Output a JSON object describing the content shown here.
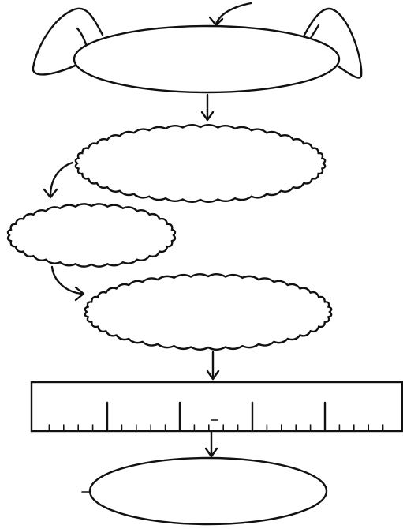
{
  "diagram": {
    "ink_color": "#111111",
    "background": "#ffffff",
    "nodes": [
      {
        "id": "top-oval",
        "shape": "ellipse-with-ears",
        "text": ""
      },
      {
        "id": "cloud-1",
        "shape": "scalloped-cloud",
        "text": ""
      },
      {
        "id": "cloud-2",
        "shape": "scalloped-cloud",
        "text": ""
      },
      {
        "id": "cloud-3",
        "shape": "scalloped-cloud",
        "text": ""
      },
      {
        "id": "timeline-ruler",
        "shape": "ruler",
        "text": ""
      },
      {
        "id": "bottom-oval",
        "shape": "ellipse",
        "text": ""
      }
    ],
    "ruler": {
      "major_ticks": 4,
      "minor_ticks_per_segment": 4
    },
    "arrows": [
      {
        "from": "outside",
        "to": "top-oval"
      },
      {
        "from": "top-oval",
        "to": "cloud-1"
      },
      {
        "from": "cloud-1",
        "to": "cloud-2"
      },
      {
        "from": "cloud-2",
        "to": "cloud-3"
      },
      {
        "from": "cloud-3",
        "to": "timeline-ruler"
      },
      {
        "from": "timeline-ruler",
        "to": "bottom-oval"
      }
    ]
  }
}
